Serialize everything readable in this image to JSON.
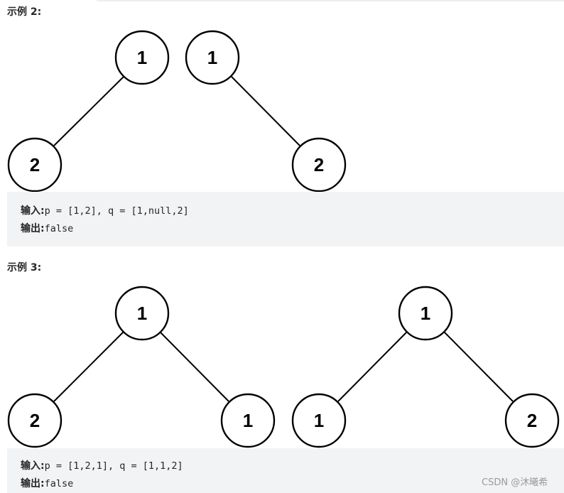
{
  "examples": [
    {
      "title": "示例 2:",
      "input_label": "输入:",
      "input_value": "p = [1,2], q = [1,null,2]",
      "output_label": "输出:",
      "output_value": "false",
      "trees": [
        {
          "name": "p",
          "nodes": [
            {
              "id": "a",
              "value": "1"
            },
            {
              "id": "b",
              "value": "2",
              "parent": "a",
              "side": "left"
            }
          ]
        },
        {
          "name": "q",
          "nodes": [
            {
              "id": "a",
              "value": "1"
            },
            {
              "id": "b",
              "value": "2",
              "parent": "a",
              "side": "right"
            }
          ]
        }
      ]
    },
    {
      "title": "示例 3:",
      "input_label": "输入:",
      "input_value": "p = [1,2,1], q = [1,1,2]",
      "output_label": "输出:",
      "output_value": "false",
      "trees": [
        {
          "name": "p",
          "nodes": [
            {
              "id": "a",
              "value": "1"
            },
            {
              "id": "b",
              "value": "2",
              "parent": "a",
              "side": "left"
            },
            {
              "id": "c",
              "value": "1",
              "parent": "a",
              "side": "right"
            }
          ]
        },
        {
          "name": "q",
          "nodes": [
            {
              "id": "a",
              "value": "1"
            },
            {
              "id": "b",
              "value": "1",
              "parent": "a",
              "side": "left"
            },
            {
              "id": "c",
              "value": "2",
              "parent": "a",
              "side": "right"
            }
          ]
        }
      ]
    }
  ],
  "watermark": "CSDN @沐曦希"
}
